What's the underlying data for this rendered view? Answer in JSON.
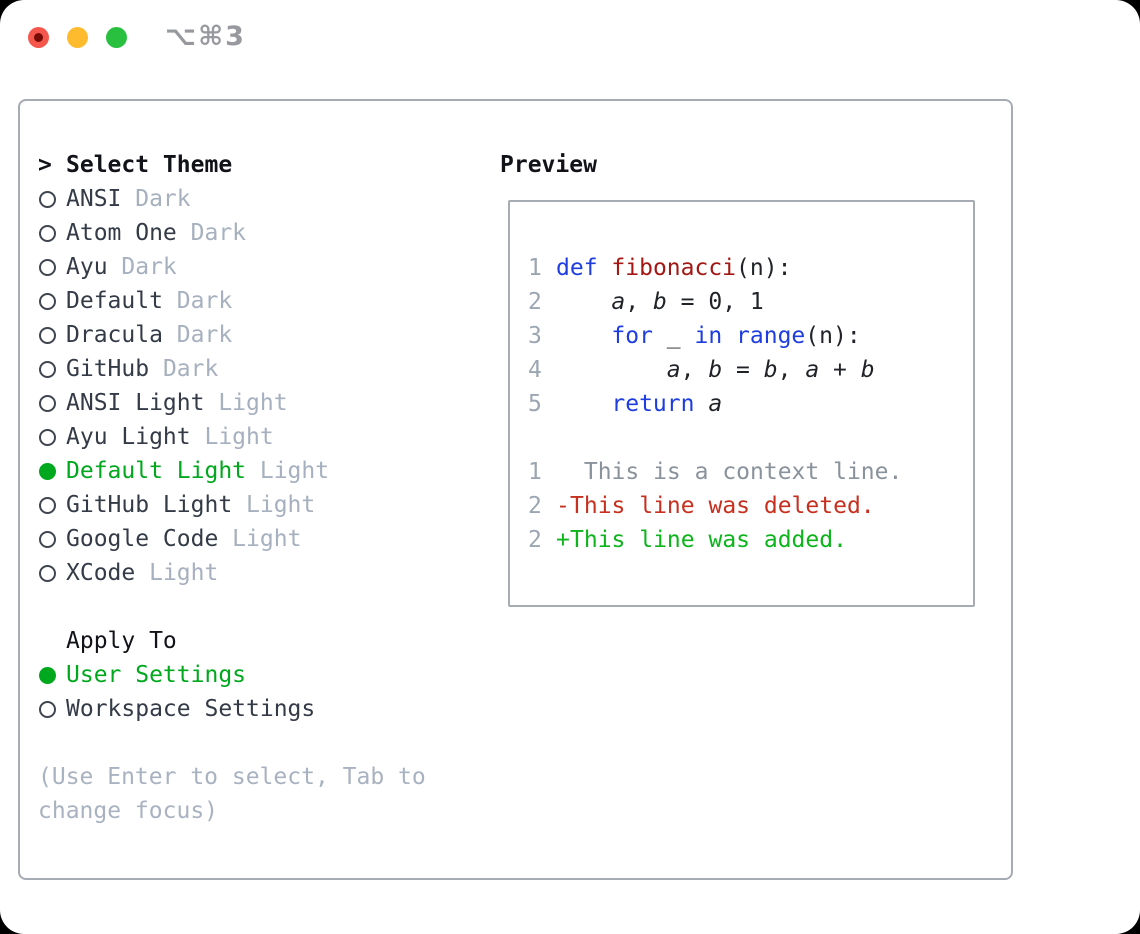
{
  "colors": {
    "light_red": "#f6574d",
    "light_red_dot": "#770b06",
    "light_yellow": "#fdbb2d",
    "light_green": "#2ac03f",
    "title_gray": "#97999e",
    "border_gray": "#a6abb4",
    "heading_black": "#111318",
    "text_dark": "#343b47",
    "label_gray": "#a6b0be",
    "hint_gray": "#a9b2c0",
    "accent_green": "#00a81e",
    "bullet_stroke": "#40464f",
    "line_number": "#9ba6b2",
    "plain_code": "#1f2227",
    "keyword_blue": "#1d3de0",
    "function_red": "#a31815",
    "context_gray": "#8a929c",
    "deleted_red": "#c7301f",
    "added_green": "#0db41c"
  },
  "window": {
    "title": "⌥⌘3",
    "traffic_lights": [
      "close",
      "minimize",
      "zoom"
    ]
  },
  "theme_panel": {
    "header": {
      "prompt": ">",
      "label": "Select Theme"
    },
    "themes": [
      {
        "name": "ANSI",
        "tag": "Dark",
        "selected": false
      },
      {
        "name": "Atom One",
        "tag": "Dark",
        "selected": false
      },
      {
        "name": "Ayu",
        "tag": "Dark",
        "selected": false
      },
      {
        "name": "Default",
        "tag": "Dark",
        "selected": false
      },
      {
        "name": "Dracula",
        "tag": "Dark",
        "selected": false
      },
      {
        "name": "GitHub",
        "tag": "Dark",
        "selected": false
      },
      {
        "name": "ANSI Light",
        "tag": "Light",
        "selected": false
      },
      {
        "name": "Ayu Light",
        "tag": "Light",
        "selected": false
      },
      {
        "name": "Default Light",
        "tag": "Light",
        "selected": true
      },
      {
        "name": "GitHub Light",
        "tag": "Light",
        "selected": false
      },
      {
        "name": "Google Code",
        "tag": "Light",
        "selected": false
      },
      {
        "name": "XCode",
        "tag": "Light",
        "selected": false
      }
    ],
    "apply_to": {
      "label": "Apply To",
      "options": [
        {
          "label": "User Settings",
          "selected": true
        },
        {
          "label": "Workspace Settings",
          "selected": false
        }
      ]
    },
    "hint": "(Use Enter to select, Tab to change focus)"
  },
  "preview": {
    "label": "Preview",
    "code_lines": [
      {
        "num": "1",
        "tokens": [
          {
            "t": "def",
            "c": "kw"
          },
          {
            "t": " ",
            "c": "pl"
          },
          {
            "t": "fibonacci",
            "c": "fn"
          },
          {
            "t": "(n):",
            "c": "pl"
          }
        ]
      },
      {
        "num": "2",
        "tokens": [
          {
            "t": "    ",
            "c": "pl"
          },
          {
            "t": "a",
            "c": "var"
          },
          {
            "t": ", ",
            "c": "pl"
          },
          {
            "t": "b",
            "c": "var"
          },
          {
            "t": " = 0, 1",
            "c": "pl"
          }
        ]
      },
      {
        "num": "3",
        "tokens": [
          {
            "t": "    ",
            "c": "pl"
          },
          {
            "t": "for",
            "c": "kw"
          },
          {
            "t": " _ ",
            "c": "pl"
          },
          {
            "t": "in",
            "c": "kw"
          },
          {
            "t": " ",
            "c": "pl"
          },
          {
            "t": "range",
            "c": "kw"
          },
          {
            "t": "(n):",
            "c": "pl"
          }
        ]
      },
      {
        "num": "4",
        "tokens": [
          {
            "t": "        ",
            "c": "pl"
          },
          {
            "t": "a",
            "c": "var"
          },
          {
            "t": ", ",
            "c": "pl"
          },
          {
            "t": "b",
            "c": "var"
          },
          {
            "t": " = ",
            "c": "pl"
          },
          {
            "t": "b",
            "c": "var"
          },
          {
            "t": ", ",
            "c": "pl"
          },
          {
            "t": "a",
            "c": "var"
          },
          {
            "t": " + ",
            "c": "pl"
          },
          {
            "t": "b",
            "c": "var"
          }
        ]
      },
      {
        "num": "5",
        "tokens": [
          {
            "t": "    ",
            "c": "pl"
          },
          {
            "t": "return",
            "c": "kw"
          },
          {
            "t": " ",
            "c": "pl"
          },
          {
            "t": "a",
            "c": "var"
          }
        ]
      }
    ],
    "diff_lines": [
      {
        "num": "1",
        "marker": " ",
        "kind": "ctx",
        "text": " This is a context line."
      },
      {
        "num": "2",
        "marker": "-",
        "kind": "del",
        "text": "This line was deleted."
      },
      {
        "num": "2",
        "marker": "+",
        "kind": "add",
        "text": "This line was added."
      }
    ]
  }
}
